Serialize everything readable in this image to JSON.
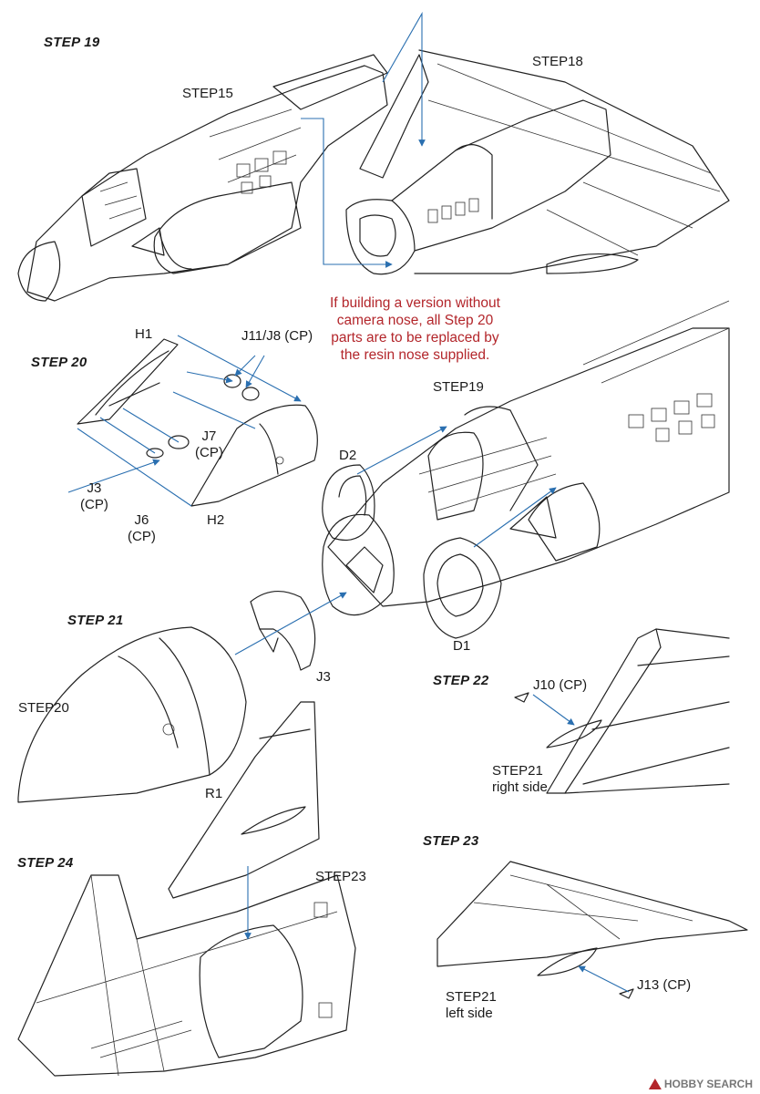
{
  "steps": {
    "s19": "STEP 19",
    "s20": "STEP 20",
    "s21": "STEP 21",
    "s22": "STEP 22",
    "s23": "STEP 23",
    "s24": "STEP 24"
  },
  "refs": {
    "step15": "STEP15",
    "step18": "STEP18",
    "step19": "STEP19",
    "step20": "STEP20",
    "step23": "STEP23",
    "step21_right_1": "STEP21",
    "step21_right_2": "right side",
    "step21_left_1": "STEP21",
    "step21_left_2": "left side"
  },
  "parts": {
    "h1": "H1",
    "h2": "H2",
    "j11j8": "J11/J8 (CP)",
    "j7_1": "J7",
    "j7_2": "(CP)",
    "j3_1": "J3",
    "j3_2": "(CP)",
    "j6_1": "J6",
    "j6_2": "(CP)",
    "d1": "D1",
    "d2": "D2",
    "j3": "J3",
    "j10": "J10 (CP)",
    "r1": "R1",
    "j13": "J13 (CP)"
  },
  "note": {
    "line1": "If building a version without",
    "line2": "camera nose, all Step 20",
    "line3": "parts are to be replaced by",
    "line4": "the resin nose supplied."
  },
  "colors": {
    "note_red": "#b3262b",
    "arrow_blue": "#2a6fb0",
    "line_art": "#222222"
  },
  "watermark": "HOBBY SEARCH"
}
